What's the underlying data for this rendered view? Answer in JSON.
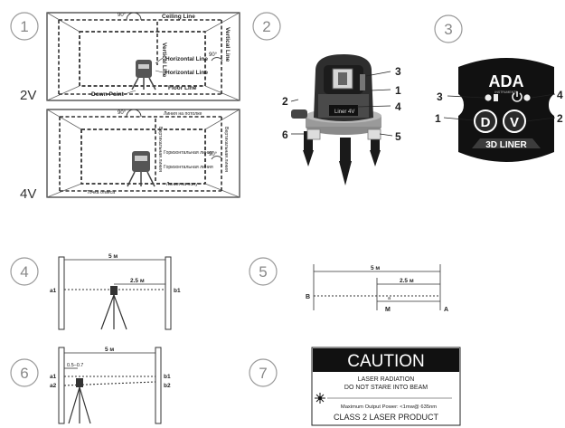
{
  "panels": {
    "p1": {
      "number": "1"
    },
    "p2": {
      "number": "2"
    },
    "p3": {
      "number": "3"
    },
    "p4": {
      "number": "4"
    },
    "p5": {
      "number": "5"
    },
    "p6": {
      "number": "6"
    },
    "p7": {
      "number": "7"
    }
  },
  "room2v": {
    "mode_label": "2V",
    "angle": "90°",
    "ceiling_line": "Ceiling Line",
    "vertical_line_left": "Vertical Line",
    "vertical_line_right": "Vertical Line",
    "horizontal_line_1": "Horizontal Line",
    "horizontal_line_2": "Horizontal Line",
    "floor_line": "Floor Line",
    "down_point": "Down Point"
  },
  "room4v": {
    "mode_label": "4V",
    "angle": "90°",
    "ceiling_line": "Линия на потолке",
    "vertical_line_left": "Вертикальная линия",
    "vertical_line_right": "Вертикальная линия",
    "horizontal_line_1": "Горизонтальная линия",
    "horizontal_line_2": "Горизонтальная линия",
    "floor_line": "Линия на полу",
    "down_point": "Точка отвеса"
  },
  "device": {
    "callouts": [
      "1",
      "2",
      "3",
      "4",
      "5",
      "6"
    ],
    "window_label": "Liner 4V"
  },
  "keypad": {
    "brand": "ADA",
    "sub_brand": "INSTRUMENTS",
    "button_d": "D",
    "button_v": "V",
    "model": "3D LINER",
    "callouts": [
      "1",
      "2",
      "3",
      "4"
    ]
  },
  "test4": {
    "distance": "5 м",
    "half": "2.5 м",
    "a1": "a1",
    "b1": "b1"
  },
  "test5": {
    "distance": "5 м",
    "half": "2.5 м",
    "b": "B",
    "m": "M",
    "a": "A",
    "a_marker": "a"
  },
  "test6": {
    "distance": "5 м",
    "range": "0.5–0.7",
    "a1": "a1",
    "a2": "a2",
    "b1": "b1",
    "b2": "b2"
  },
  "caution": {
    "title": "CAUTION",
    "line1": "LASER RADIATION",
    "line2": "DO NOT STARE INTO BEAM",
    "output": "Maximum Output Power: <1mw@ 635nm",
    "class": "CLASS  2  LASER PRODUCT"
  }
}
